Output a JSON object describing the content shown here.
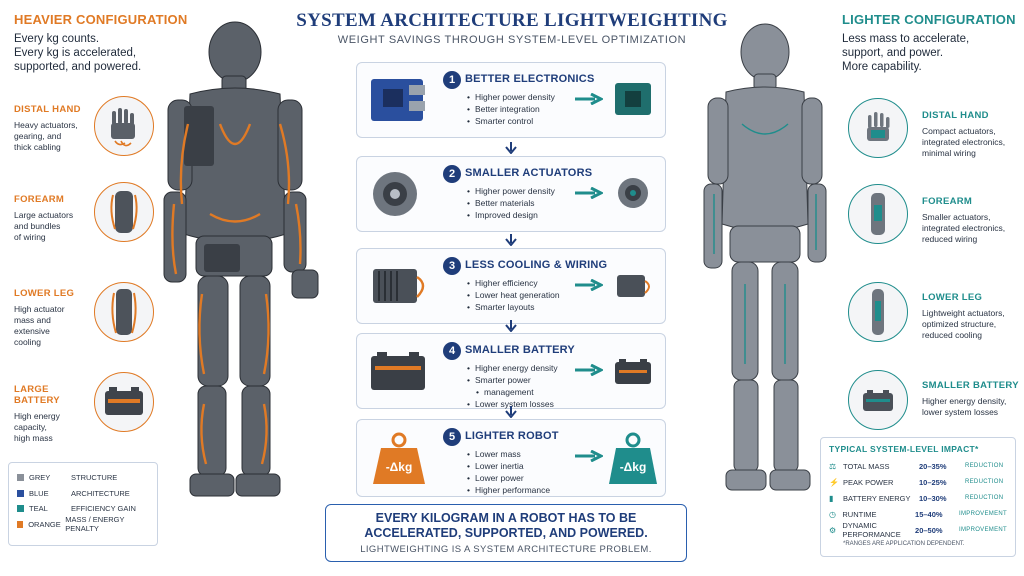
{
  "header": {
    "title": "SYSTEM ARCHITECTURE LIGHTWEIGHTING",
    "subtitle": "WEIGHT SAVINGS THROUGH SYSTEM-LEVEL OPTIMIZATION"
  },
  "left": {
    "title": "HEAVIER CONFIGURATION",
    "lines": [
      "Every kg counts.",
      "Every kg is accelerated,",
      "supported, and powered."
    ],
    "callouts": [
      {
        "label": "DISTAL HAND",
        "desc": [
          "Heavy actuators,",
          "gearing, and",
          "thick cabling"
        ]
      },
      {
        "label": "FOREARM",
        "desc": [
          "Large actuators",
          "and bundles",
          "of wiring"
        ]
      },
      {
        "label": "LOWER LEG",
        "desc": [
          "High actuator",
          "mass and",
          "extensive",
          "cooling"
        ]
      },
      {
        "label": "LARGE BATTERY",
        "desc": [
          "High energy",
          "capacity,",
          "high mass"
        ]
      }
    ]
  },
  "right": {
    "title": "LIGHTER CONFIGURATION",
    "lines": [
      "Less mass to accelerate,",
      "support, and power.",
      "More capability."
    ],
    "callouts": [
      {
        "label": "DISTAL HAND",
        "desc": [
          "Compact actuators,",
          "integrated electronics,",
          "minimal wiring"
        ]
      },
      {
        "label": "FOREARM",
        "desc": [
          "Smaller actuators,",
          "integrated electronics,",
          "reduced wiring"
        ]
      },
      {
        "label": "LOWER LEG",
        "desc": [
          "Lightweight actuators,",
          "optimized structure,",
          "reduced cooling"
        ]
      },
      {
        "label": "SMALLER BATTERY",
        "desc": [
          "Higher energy density,",
          "lower system losses"
        ]
      }
    ]
  },
  "steps": [
    {
      "num": "1",
      "title": "BETTER ELECTRONICS",
      "bullets": [
        "Higher power density",
        "Better integration",
        "Smarter control"
      ]
    },
    {
      "num": "2",
      "title": "SMALLER ACTUATORS",
      "bullets": [
        "Higher power density",
        "Better materials",
        "Improved design"
      ]
    },
    {
      "num": "3",
      "title": "LESS COOLING & WIRING",
      "bullets": [
        "Higher efficiency",
        "Lower heat generation",
        "Smarter layouts"
      ]
    },
    {
      "num": "4",
      "title": "SMALLER BATTERY",
      "bullets": [
        "Higher energy density",
        "Smarter power",
        "management",
        "Lower system losses"
      ]
    },
    {
      "num": "5",
      "title": "LIGHTER ROBOT",
      "bullets": [
        "Lower mass",
        "Lower inertia",
        "Lower power",
        "Higher performance"
      ]
    }
  ],
  "weights": {
    "before": "-Δkg",
    "after": "-Δkg"
  },
  "banner": {
    "line1": "EVERY KILOGRAM IN A ROBOT HAS TO BE",
    "line2": "ACCELERATED, SUPPORTED, AND POWERED.",
    "line3": "LIGHTWEIGHTING IS A SYSTEM ARCHITECTURE PROBLEM."
  },
  "legend": [
    {
      "name": "GREY",
      "meaning": "STRUCTURE",
      "color": "#8a9099"
    },
    {
      "name": "BLUE",
      "meaning": "ARCHITECTURE",
      "color": "#2a4f9e"
    },
    {
      "name": "TEAL",
      "meaning": "EFFICIENCY GAIN",
      "color": "#1f8d8c"
    },
    {
      "name": "ORANGE",
      "meaning": "MASS / ENERGY PENALTY",
      "color": "#e07a25"
    }
  ],
  "impact": {
    "title": "TYPICAL SYSTEM-LEVEL IMPACT*",
    "rows": [
      {
        "icon": "weight-icon",
        "metric": "TOTAL MASS",
        "range": "20–35%",
        "kind": "REDUCTION"
      },
      {
        "icon": "lightning-icon",
        "metric": "PEAK POWER",
        "range": "10–25%",
        "kind": "REDUCTION"
      },
      {
        "icon": "battery-icon",
        "metric": "BATTERY ENERGY",
        "range": "10–30%",
        "kind": "REDUCTION"
      },
      {
        "icon": "clock-icon",
        "metric": "RUNTIME",
        "range": "15–40%",
        "kind": "IMPROVEMENT"
      },
      {
        "icon": "performance-icon",
        "metric": "DYNAMIC PERFORMANCE",
        "range": "20–50%",
        "kind": "IMPROVEMENT"
      }
    ],
    "note": "*RANGES ARE APPLICATION DEPENDENT."
  },
  "colors": {
    "orange": "#e07a25",
    "teal": "#1f8d8c",
    "navy": "#1f3d7a"
  }
}
